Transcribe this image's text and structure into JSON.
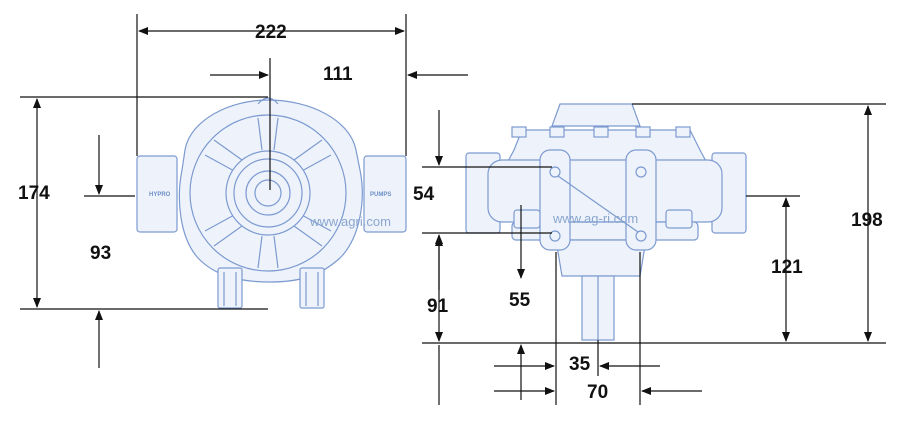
{
  "dimensions": {
    "width_total": "222",
    "half_width": "111",
    "height_front": "174",
    "port_center_height": "93",
    "port_spacing_vertical": "54",
    "port_height": "91",
    "port_offset": "55",
    "overall_height": "198",
    "mount_height": "121",
    "shaft_offset": "35",
    "mount_spacing": "70"
  },
  "labels": {
    "brand_left": "HYPRO",
    "brand_right": "PUMPS"
  },
  "watermarks": {
    "front": "www.agri.com",
    "side": "www.ag-ri.com"
  },
  "colors": {
    "outline": "#7c9ad0",
    "dimension": "#111111"
  }
}
